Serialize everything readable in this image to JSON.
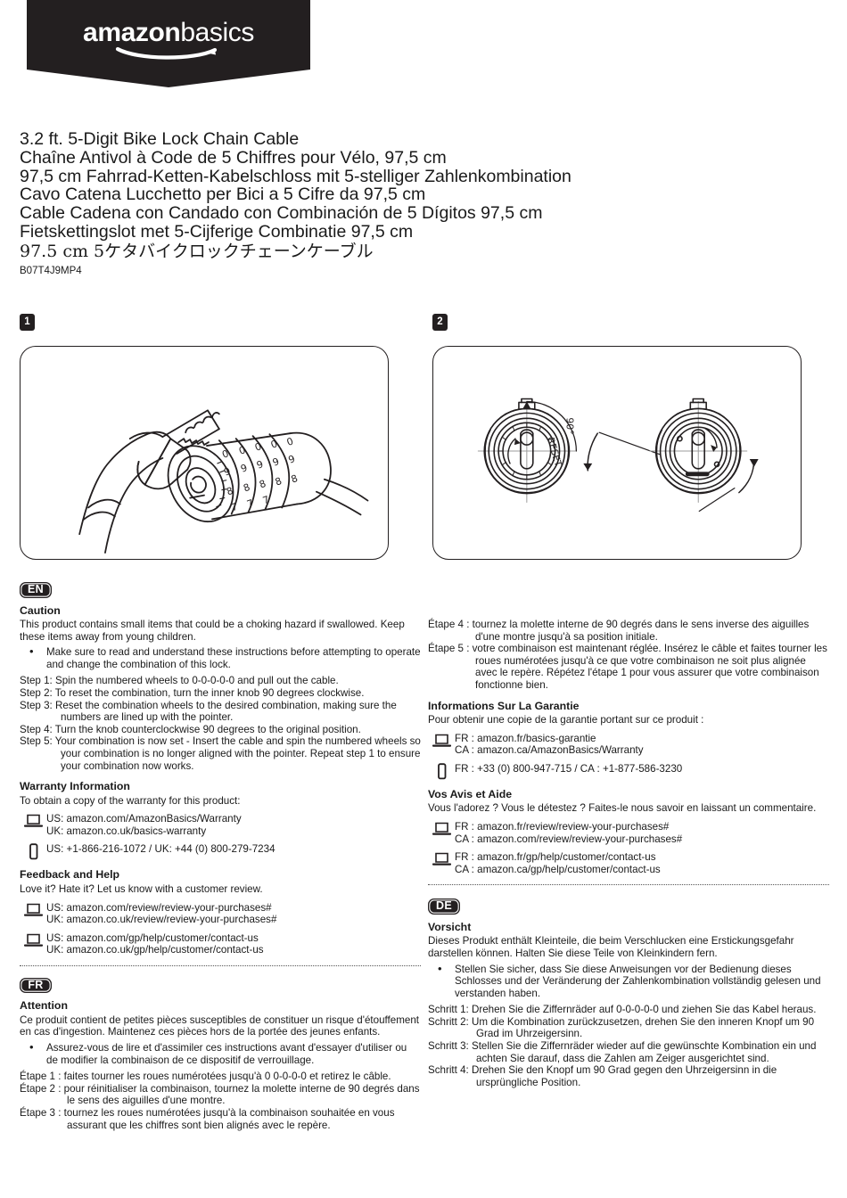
{
  "brand": {
    "logo_bold": "amazon",
    "logo_light": "basics",
    "logo_name": "amazonbasics"
  },
  "titles": {
    "lines": [
      "3.2 ft. 5-Digit Bike Lock Chain Cable",
      "Chaîne Antivol à Code de 5 Chiffres pour Vélo, 97,5 cm",
      "97,5 cm Fahrrad-Ketten-Kabelschloss mit 5-stelliger Zahlenkombination",
      "Cavo Catena Lucchetto per Bici a 5 Cifre da 97,5 cm",
      "Cable Cadena con Candado con Combinación de 5 Dígitos 97,5 cm",
      "Fietskettingslot met 5-Cijferige Combinatie 97,5 cm"
    ],
    "line_jp": "97.5 cm 5ケタバイクロックチェーンケーブル",
    "model_number": "B07T4J9MP4"
  },
  "figures": [
    {
      "badge": "1",
      "caption_alt": "Lock body with cable pulled out and five numbered dial wheels"
    },
    {
      "badge": "2",
      "caption_alt": "Front view of knob marked RESET rotated 90 degrees",
      "angle_label": "90°",
      "knob_label": "RESET"
    }
  ],
  "en": {
    "badge": "EN",
    "caution_heading": "Caution",
    "caution_text": "This product contains small items that could be a choking hazard if swallowed. Keep these items away from young children.",
    "bullets": [
      "Make sure to read and understand these instructions before attempting to operate and change the combination of this lock."
    ],
    "steps": [
      "Step 1: Spin the numbered wheels to 0-0-0-0-0 and pull out the cable.",
      "Step 2: To reset the combination, turn the inner knob 90 degrees clockwise.",
      "Step 3: Reset the combination wheels to the desired combination, making sure the numbers are lined up with the pointer.",
      "Step 4: Turn the knob  counterclockwise 90 degrees to the original position.",
      "Step 5: Your combination is now set - Insert the cable and spin the numbered wheels so your combination is no longer aligned with the pointer. Repeat step 1 to ensure your combination now works."
    ],
    "warranty_heading": "Warranty Information",
    "warranty_intro": "To obtain a copy of the warranty for this product:",
    "warranty_web_1": "US: amazon.com/AmazonBasics/Warranty",
    "warranty_web_2": "UK: amazon.co.uk/basics-warranty",
    "warranty_phone": "US: +1-866-216-1072 / UK: +44 (0) 800-279-7234",
    "feedback_heading": "Feedback and Help",
    "feedback_intro": "Love it? Hate it? Let us know with a customer review.",
    "review_1": "US: amazon.com/review/review-your-purchases#",
    "review_2": "UK: amazon.co.uk/review/review-your-purchases#",
    "help_1": "US: amazon.com/gp/help/customer/contact-us",
    "help_2": "UK: amazon.co.uk/gp/help/customer/contact-us"
  },
  "fr": {
    "badge": "FR",
    "caution_heading": "Attention",
    "caution_text": "Ce produit contient de petites pièces susceptibles de constituer un risque d'étouffement en cas d'ingestion. Maintenez ces pièces hors de la portée des jeunes enfants.",
    "bullets": [
      "Assurez-vous de lire et d'assimiler ces instructions avant d'essayer d'utiliser ou de modifier la combinaison de ce dispositif de verrouillage."
    ],
    "steps_left": [
      "Étape 1 : faites tourner les roues numérotées jusqu'à 0 0-0-0-0 et retirez le câble.",
      "Étape 2 : pour réinitialiser la combinaison, tournez la molette interne de 90 degrés dans le sens des aiguilles d'une montre.",
      "Étape 3 : tournez les roues numérotées jusqu'à la combinaison souhaitée en vous assurant que les chiffres sont bien alignés avec le repère."
    ],
    "steps_right": [
      "Étape 4 : tournez la molette interne de 90 degrés dans le sens inverse des aiguilles d'une montre jusqu'à sa position initiale.",
      "Étape 5 : votre combinaison est maintenant réglée. Insérez le câble et faites tourner les roues numérotées jusqu'à ce que votre combinaison ne soit plus alignée avec le repère. Répétez l'étape 1 pour vous assurer que votre combinaison fonctionne bien."
    ],
    "warranty_heading": "Informations Sur La Garantie",
    "warranty_intro": "Pour obtenir une copie de la garantie portant sur ce produit :",
    "warranty_web_1": "FR : amazon.fr/basics-garantie",
    "warranty_web_2": "CA : amazon.ca/AmazonBasics/Warranty",
    "warranty_phone": "FR : +33 (0) 800-947-715 / CA : +1-877-586-3230",
    "feedback_heading": "Vos Avis et Aide",
    "feedback_intro": "Vous l'adorez ? Vous le détestez ? Faites-le nous savoir en laissant un commentaire.",
    "review_1": "FR : amazon.fr/review/review-your-purchases#",
    "review_2": "CA : amazon.com/review/review-your-purchases#",
    "help_1": "FR : amazon.fr/gp/help/customer/contact-us",
    "help_2": "CA : amazon.ca/gp/help/customer/contact-us"
  },
  "de": {
    "badge": "DE",
    "caution_heading": "Vorsicht",
    "caution_text": "Dieses Produkt enthält Kleinteile, die beim Verschlucken eine Erstickungsgefahr darstellen können. Halten Sie diese Teile von Kleinkindern fern.",
    "bullets": [
      "Stellen Sie sicher, dass Sie diese Anweisungen vor der Bedienung dieses Schlosses und der Veränderung der Zahlenkombination vollständig gelesen und verstanden haben."
    ],
    "steps": [
      "Schritt 1: Drehen Sie die Ziffernräder auf 0-0-0-0-0 und ziehen Sie das Kabel heraus.",
      "Schritt 2: Um die Kombination zurückzusetzen, drehen Sie den inneren Knopf um 90 Grad im Uhrzeigersinn.",
      "Schritt 3: Stellen Sie die Ziffernräder wieder auf die gewünschte Kombination ein und achten Sie darauf, dass die Zahlen am Zeiger ausgerichtet sind.",
      "Schritt 4: Drehen Sie den Knopf um 90 Grad gegen den Uhrzeigersinn in die ursprüngliche Position."
    ]
  },
  "icons": {
    "laptop": "laptop-icon",
    "phone": "phone-icon"
  },
  "colors": {
    "ink": "#1a1a1a",
    "badge_bg": "#231f20",
    "page_bg": "#ffffff",
    "divider": "#555555"
  }
}
